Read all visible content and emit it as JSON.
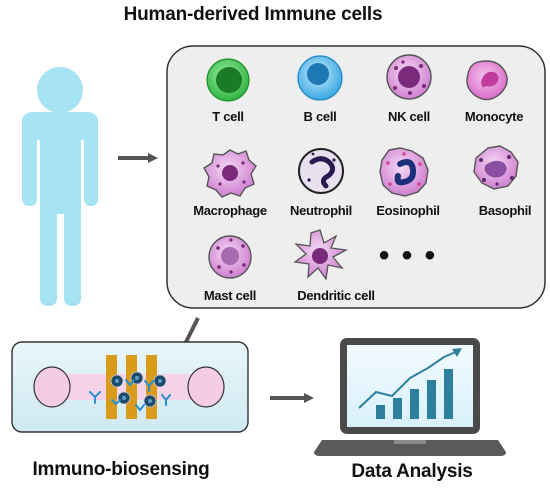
{
  "title": "Human-derived Immune cells",
  "cells": [
    {
      "label": "T cell"
    },
    {
      "label": "B cell"
    },
    {
      "label": "NK cell"
    },
    {
      "label": "Monocyte"
    },
    {
      "label": "Macrophage"
    },
    {
      "label": "Neutrophil"
    },
    {
      "label": "Eosinophil"
    },
    {
      "label": "Basophil"
    },
    {
      "label": "Mast cell"
    },
    {
      "label": "Dendritic cell"
    }
  ],
  "more": "• • •",
  "steps": {
    "biosensing": "Immuno-biosensing",
    "analysis": "Data Analysis"
  },
  "colors": {
    "panel_fill": "#eeeeee",
    "panel_border": "#333333",
    "human": "#a6e3f3",
    "arrow": "#555555",
    "t_cell": "#35c247",
    "b_cell": "#4bb4ea",
    "cell_pink": "#d986d8",
    "cell_dark": "#7a2a7a",
    "electrode": "#d99b1a",
    "chart_bar": "#2e7e9e"
  }
}
